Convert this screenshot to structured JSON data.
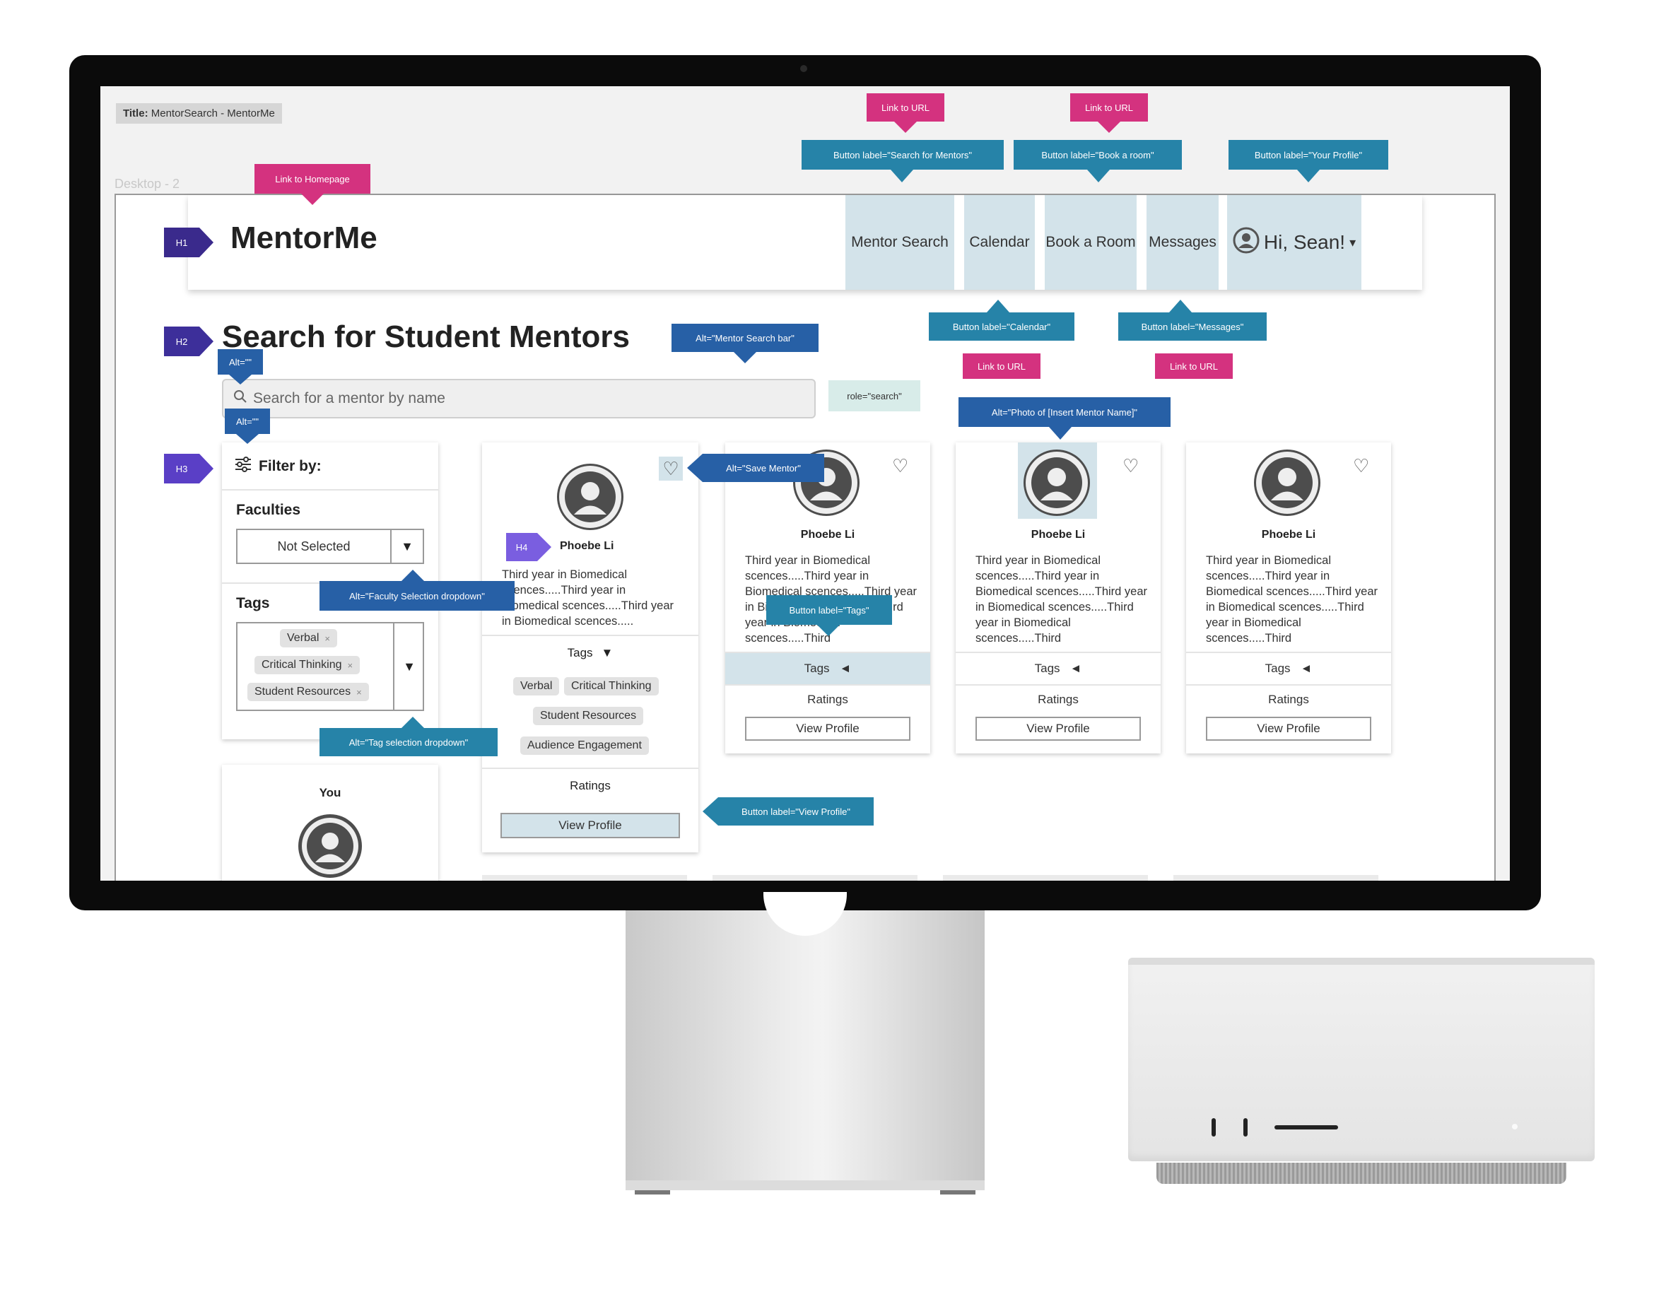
{
  "window": {
    "title_label": "Title:",
    "title": "MentorSearch - MentorMe",
    "frame_label": "Desktop - 2"
  },
  "nav": {
    "logo": "MentorMe",
    "items": [
      "Mentor Search",
      "Calendar",
      "Book a Room",
      "Messages"
    ],
    "user_greeting": "Hi, Sean!",
    "user_caret": "▾"
  },
  "page": {
    "heading": "Search for Student Mentors"
  },
  "search": {
    "placeholder": "Search for a mentor by name"
  },
  "filter": {
    "title": "Filter by:",
    "faculties_label": "Faculties",
    "faculties_value": "Not Selected",
    "tags_label": "Tags",
    "tags": [
      "Verbal",
      "Critical Thinking",
      "Student Resources"
    ],
    "dropdown_arrow": "▼",
    "chip_close": "×"
  },
  "you_card": {
    "label": "You"
  },
  "mentors": [
    {
      "name": "Phoebe Li",
      "description": "Third year in Biomedical scences.....Third year in Biomedical scences.....Third year in Biomedical scences.....",
      "tags_label": "Tags",
      "tags_arrow": "▼",
      "tags": [
        "Verbal",
        "Critical Thinking",
        "Student Resources",
        "Audience Engagement"
      ],
      "ratings_label": "Ratings",
      "button": "View Profile"
    },
    {
      "name": "Phoebe Li",
      "description": "Third year in Biomedical scences.....Third year in Biomedical scences.....Third year in Biomedical scences.....Third year in Biomedical scences.....Third",
      "tags_label": "Tags",
      "tags_arrow": "◄",
      "ratings_label": "Ratings",
      "button": "View Profile"
    },
    {
      "name": "Phoebe Li",
      "description": "Third year in Biomedical scences.....Third year in Biomedical scences.....Third year in Biomedical scences.....Third year in Biomedical scences.....Third",
      "tags_label": "Tags",
      "tags_arrow": "◄",
      "ratings_label": "Ratings",
      "button": "View Profile"
    },
    {
      "name": "Phoebe Li",
      "description": "Third year in Biomedical scences.....Third year in Biomedical scences.....Third year in Biomedical scences.....Third year in Biomedical scences.....Third",
      "tags_label": "Tags",
      "tags_arrow": "◄",
      "ratings_label": "Ratings",
      "button": "View Profile"
    }
  ],
  "annotations": {
    "link_to_url": "Link to URL",
    "link_to_homepage": "Link to Homepage",
    "btn_search_mentors": "Button label=\"Search for Mentors\"",
    "btn_book_room": "Button label=\"Book a room\"",
    "btn_your_profile": "Button label=\"Your Profile\"",
    "btn_calendar": "Button label=\"Calendar\"",
    "btn_messages": "Button label=\"Messages\"",
    "alt_search_bar": "Alt=\"Mentor Search bar\"",
    "role_search": "role=\"search\"",
    "alt_empty": "Alt=\"\"",
    "alt_photo": "Alt=\"Photo of [Insert Mentor Name]\"",
    "alt_save_mentor": "Alt=\"Save Mentor\"",
    "alt_faculty_dropdown": "Alt=\"Faculty Selection dropdown\"",
    "btn_tags": "Button label=\"Tags\"",
    "alt_tag_dropdown": "Alt=\"Tag selection dropdown\"",
    "btn_view_profile": "Button label=\"View Profile\"",
    "h1": "H1",
    "h2": "H2",
    "h3": "H3",
    "h4": "H4"
  },
  "colors": {
    "pink": "#d4327f",
    "blue": "#2683a8",
    "navy": "#2760a6",
    "nav_highlight": "#d3e3ea",
    "heading_badge": "#3a2a8c"
  }
}
